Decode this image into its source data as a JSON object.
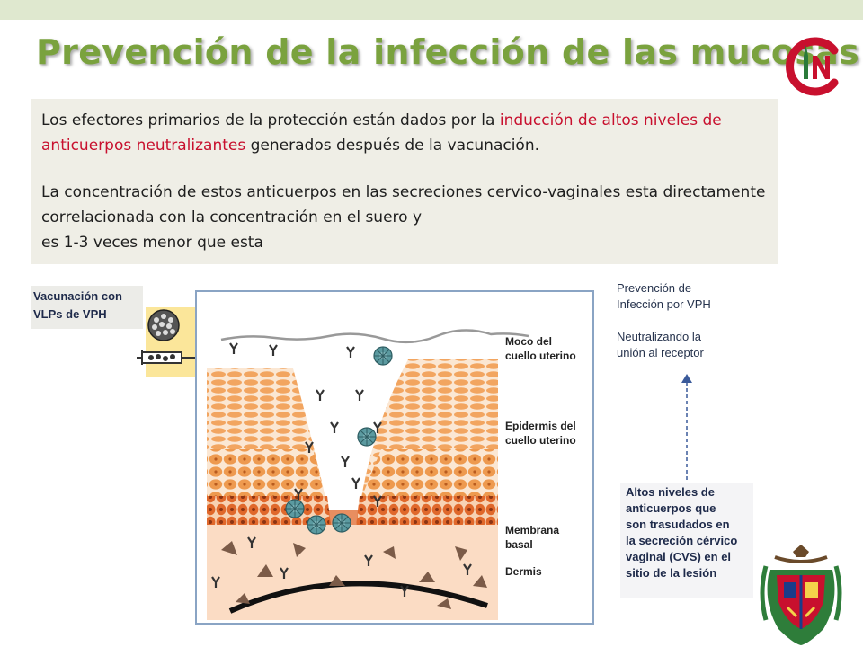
{
  "slide": {
    "title": "Prevención de la infección de las mucosas",
    "colors": {
      "title": "#7aa23e",
      "highlight": "#c8102e",
      "box_bg": "#efeee6",
      "top_band": "#dfe8cf"
    }
  },
  "intro": {
    "p1_before": "Los efectores primarios de la protección están dados por la ",
    "p1_highlight": "inducción de altos niveles de anticuerpos neutralizantes",
    "p1_after": " generados después de la vacunación.",
    "p2_line1": "La concentración de estos anticuerpos en las secreciones cervico-vaginales esta directamente correlacionada con la concentración en el suero  y",
    "p2_line2": "es 1-3 veces menor que esta"
  },
  "vaccination": {
    "line1": "Vacunación con",
    "line2": "VLPs de VPH"
  },
  "diagram": {
    "labels": {
      "moco_1": "Moco del",
      "moco_2": "cuello uterino",
      "epi_1": "Epidermis del",
      "epi_2": "cuello uterino",
      "mem_1": "Membrana",
      "mem_2": "basal",
      "dermis": "Dermis"
    }
  },
  "prevention": {
    "line1": "Prevención de",
    "line2": "Infección por VPH",
    "line3": "Neutralizando la",
    "line4": "unión al receptor"
  },
  "antibodies_note": {
    "line1": "Altos niveles de",
    "line2": "anticuerpos que",
    "line3": "son trasudados en",
    "line4": "la secreción cérvico",
    "line5": "vaginal (CVS) en el",
    "line6": "sitio de la lesión"
  },
  "logos": {
    "top_right": "cin-logo-icon",
    "bottom_right": "university-crest-icon"
  }
}
